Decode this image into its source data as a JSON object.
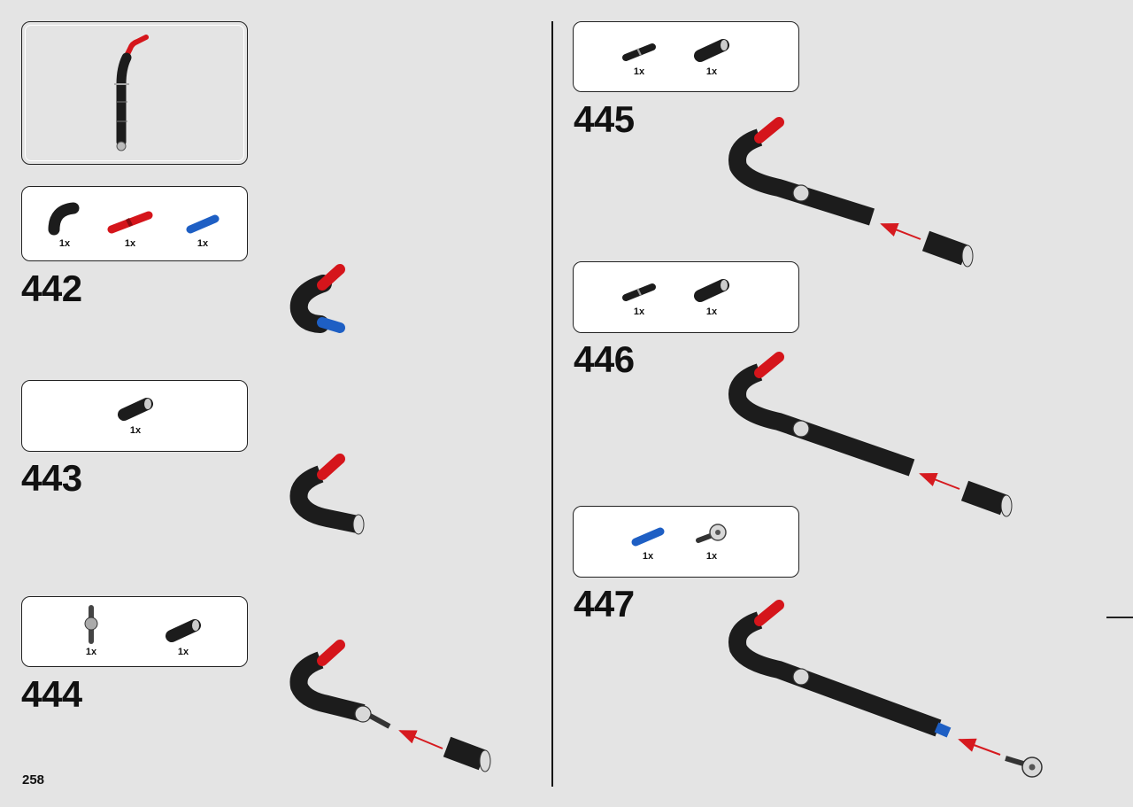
{
  "page_number": "258",
  "steps": [
    {
      "number": "442",
      "parts": [
        {
          "icon": "curved-black-axle-connector-icon",
          "qty": "1x"
        },
        {
          "icon": "red-long-pin-icon",
          "qty": "1x"
        },
        {
          "icon": "blue-pin-icon",
          "qty": "1x"
        }
      ]
    },
    {
      "number": "443",
      "parts": [
        {
          "icon": "black-tube-connector-icon",
          "qty": "1x"
        }
      ]
    },
    {
      "number": "444",
      "parts": [
        {
          "icon": "gray-cross-connector-icon",
          "qty": "1x"
        },
        {
          "icon": "black-tube-connector-icon",
          "qty": "1x"
        }
      ]
    },
    {
      "number": "445",
      "parts": [
        {
          "icon": "black-pin-icon",
          "qty": "1x"
        },
        {
          "icon": "black-tube-connector-icon",
          "qty": "1x"
        }
      ]
    },
    {
      "number": "446",
      "parts": [
        {
          "icon": "black-pin-icon",
          "qty": "1x"
        },
        {
          "icon": "black-tube-connector-icon",
          "qty": "1x"
        }
      ]
    },
    {
      "number": "447",
      "parts": [
        {
          "icon": "blue-pin-icon",
          "qty": "1x"
        },
        {
          "icon": "gray-axle-joint-icon",
          "qty": "1x"
        }
      ]
    }
  ],
  "colors": {
    "background": "#e4e4e4",
    "tube_black": "#1c1c1c",
    "pin_red": "#d5151b",
    "pin_blue": "#1e5fc4",
    "arrow_red": "#d61a1f"
  }
}
